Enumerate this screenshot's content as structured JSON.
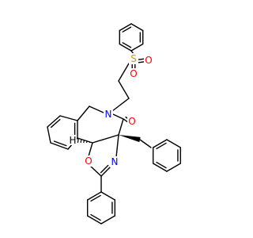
{
  "molecule": {
    "colors": {
      "bond": "#000000",
      "carbon": "#000000",
      "oxygen": "#ff0000",
      "nitrogen": "#0000ff",
      "sulfur": "#c8a000",
      "hydrogen": "#000000"
    },
    "labels": {
      "sulfur": "S",
      "sulfonyl_oxygen_1": "O",
      "sulfonyl_oxygen_2": "O",
      "amide_nitrogen": "N",
      "carbonyl_oxygen": "O",
      "oxazoline_nitrogen": "N",
      "oxazoline_oxygen": "O",
      "stereo_hydrogen": "H"
    }
  }
}
